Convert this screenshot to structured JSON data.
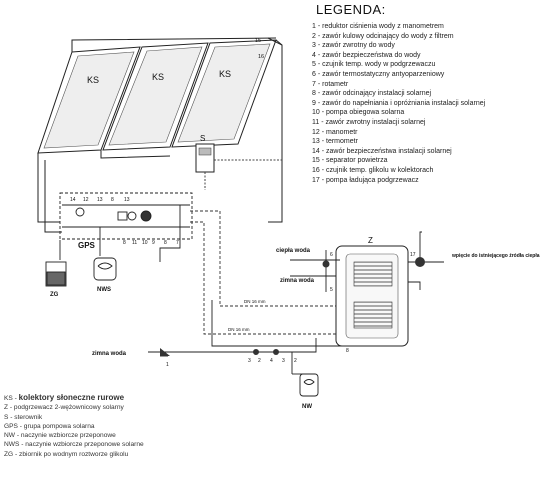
{
  "legend": {
    "title": "LEGENDA:",
    "items": [
      "1 - reduktor ciśnienia wody z manometrem",
      "2 - zawór kulowy odcinający do wody z filtrem",
      "3 - zawór zwrotny do wody",
      "4 - zawór bezpieczeństwa do wody",
      "5 - czujnik temp. wody w podgrzewaczu",
      "6 - zawór termostatyczny antyoparzeniowy",
      "7 - rotametr",
      "8 - zawór odcinający instalacji solarnej",
      "9 - zawór do napełniania i opróżniania instalacji solarnej",
      "10 - pompa obiegowa solarna",
      "11 - zawór zwrotny instalacji solarnej",
      "12 - manometr",
      "13 - termometr",
      "14 - zawór bezpieczeństwa instalacji solarnej",
      "15 - separator powietrza",
      "16 - czujnik temp. glikolu w kolektorach",
      "17 - pompa ładująca podgrzewacz"
    ]
  },
  "abbreviations": [
    {
      "key": "KS -",
      "text": "kolektory słoneczne rurowe"
    },
    {
      "key": "Z",
      "text": "- podgrzewacz 2-wężownicowy solarny"
    },
    {
      "key": "S",
      "text": "- sterownik"
    },
    {
      "key": "GPS",
      "text": "- grupa pompowa solarna"
    },
    {
      "key": "NW",
      "text": "- naczynie wzbiorcze przeponowe"
    },
    {
      "key": "NWS",
      "text": "- naczynie wzbiorcze przeponowe solarne"
    },
    {
      "key": "ZG",
      "text": "- zbiornik po wodnym roztworze glikolu"
    }
  ],
  "diagram": {
    "collectors": [
      "KS",
      "KS",
      "KS"
    ],
    "controller": "S",
    "pump_group": "GPS",
    "glycol_tank": "ZG",
    "solar_expansion": "NWS",
    "expansion": "NW",
    "heater": "Z",
    "hot_water": "ciepła woda",
    "cold_water_right": "zimna woda",
    "cold_water_left": "zimna woda",
    "pipe_upper": "DN 16 mm",
    "pipe_lower": "DN 16 mm",
    "existing_source": "wpięcie do istniejącego źródła ciepła",
    "num_15": "15",
    "num_16": "16",
    "gps_top_nums": [
      "14",
      "12",
      "13",
      "8",
      "13"
    ],
    "gps_bottom_nums": [
      "8",
      "11",
      "10",
      "9",
      "8",
      "7"
    ],
    "hot_nums": [
      "6",
      "5"
    ],
    "num_17": "17",
    "bottom_nums": [
      "1",
      "3",
      "2",
      "4",
      "3",
      "2",
      "8"
    ]
  }
}
